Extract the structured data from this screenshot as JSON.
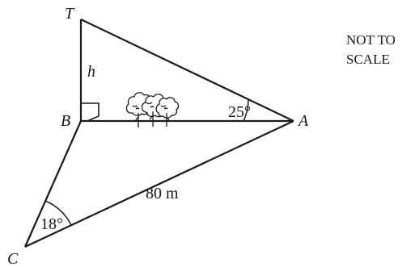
{
  "points": {
    "T": "T",
    "B": "B",
    "A": "A",
    "C": "C"
  },
  "height_label": "h",
  "angle_at_A": "25°",
  "angle_at_C": "18°",
  "length_CA": "80 m",
  "note": {
    "line1": "NOT TO",
    "line2": "SCALE"
  },
  "icons": {
    "trees": "trees-icon",
    "right_angle": "right-angle-marker"
  }
}
